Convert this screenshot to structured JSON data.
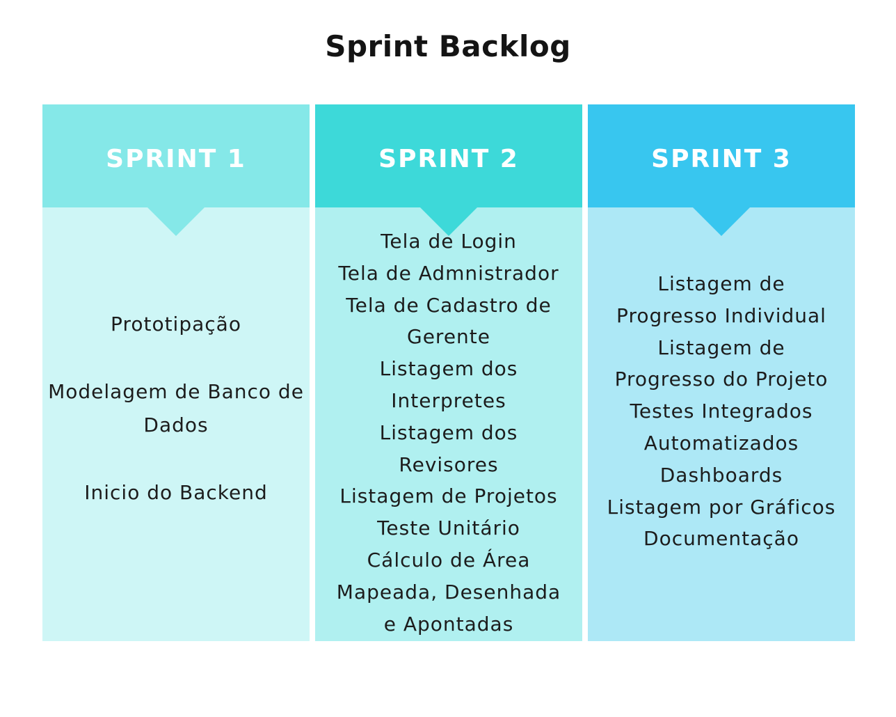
{
  "title": "Sprint Backlog",
  "sprints": [
    {
      "label": "SPRINT 1",
      "items": [
        "Prototipação",
        "Modelagem de Banco de Dados",
        "Inicio do Backend"
      ]
    },
    {
      "label": "SPRINT 2",
      "items": [
        "Tela de Login",
        "Tela de Admnistrador",
        "Tela de Cadastro de Gerente",
        "Listagem dos Interpretes",
        "Listagem dos Revisores",
        "Listagem de Projetos",
        "Teste Unitário",
        "Cálculo de Área Mapeada, Desenhada e Apontadas"
      ]
    },
    {
      "label": "SPRINT 3",
      "items": [
        "Listagem de Progresso Individual",
        "Listagem de Progresso do Projeto",
        "Testes Integrados Automatizados",
        "Dashboards",
        "Listagem por Gráficos",
        "Documentação"
      ]
    }
  ],
  "colors": {
    "sprint1_header": "#85e8e8",
    "sprint1_body": "#cef6f6",
    "sprint2_header": "#3dd9d9",
    "sprint2_body": "#b0f0f0",
    "sprint3_header": "#38c6ef",
    "sprint3_body": "#ade8f6",
    "title_text": "#141414",
    "item_text": "#1c1c1c"
  }
}
